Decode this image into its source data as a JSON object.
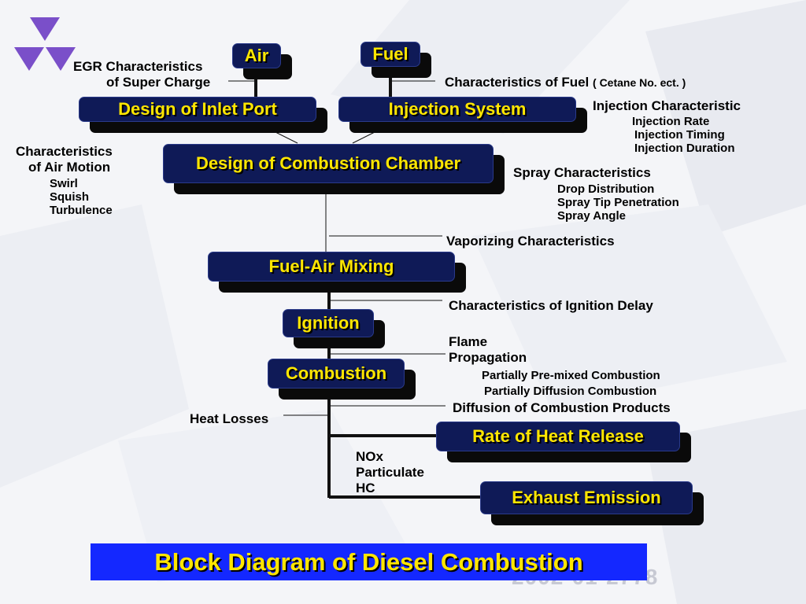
{
  "boxes": {
    "air": "Air",
    "fuel": "Fuel",
    "inlet_port": "Design of Inlet Port",
    "injection_system": "Injection System",
    "combustion_chamber": "Design of Combustion Chamber",
    "fuel_air_mixing": "Fuel-Air Mixing",
    "ignition": "Ignition",
    "combustion": "Combustion",
    "heat_release": "Rate of Heat Release",
    "exhaust": "Exhaust Emission"
  },
  "labels": {
    "egr_line1": "EGR Characteristics",
    "egr_line2": "of Super Charge",
    "fuel_char": "Characteristics of Fuel",
    "fuel_char_note": "( Cetane No.   ect. )",
    "inj_char": "Injection Characteristic",
    "inj_rate": "Injection Rate",
    "inj_timing": "Injection Timing",
    "inj_duration": "Injection Duration",
    "air_motion_line1": "Characteristics",
    "air_motion_line2": "of Air Motion",
    "swirl": "Swirl",
    "squish": "Squish",
    "turbulence": "Turbulence",
    "spray_char": "Spray Characteristics",
    "drop_dist": "Drop Distribution",
    "spray_tip": "Spray Tip Penetration",
    "spray_angle": "Spray Angle",
    "vaporizing": "Vaporizing Characteristics",
    "ign_delay": "Characteristics of Ignition Delay",
    "flame_line1": "Flame",
    "flame_line2": "Propagation",
    "pre_mixed": "Partially Pre-mixed Combustion",
    "diffusion": "Partially Diffusion Combustion",
    "diffusion_products": "Diffusion of Combustion Products",
    "heat_losses": "Heat Losses",
    "nox": "NOx",
    "particulate": "Particulate",
    "hc": "HC"
  },
  "title": "Block Diagram of Diesel Combustion",
  "doc_number": "2002-01-2778",
  "colors": {
    "box_fill": "#0f1a57",
    "box_text": "#ffe600",
    "title_bar": "#1428ff",
    "logo": "#7a4fc9"
  }
}
